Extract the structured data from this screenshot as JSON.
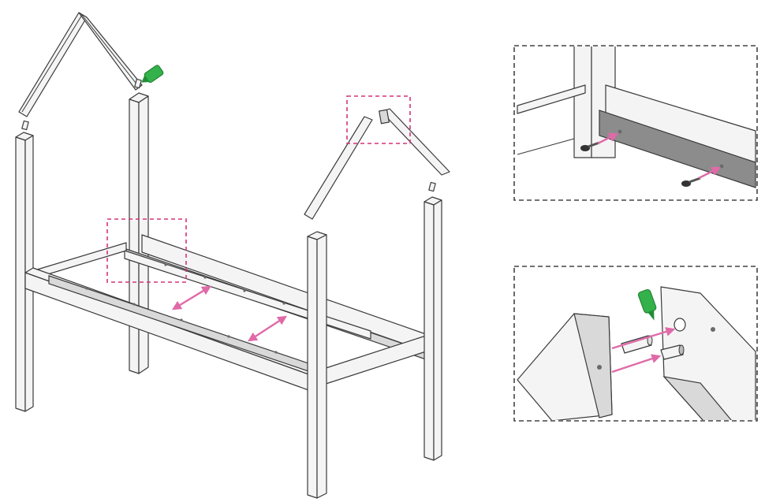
{
  "diagram": {
    "title": "",
    "main_view": "bed-frame-assembly",
    "details": [
      {
        "id": "detail-bolt-rail"
      },
      {
        "id": "detail-dowel-glue"
      }
    ],
    "colors": {
      "callout": "#d6337a",
      "arrow": "#e06aa8",
      "glue": "#33b14a",
      "wood": "#f4f4f4",
      "rail-shadow": "#8c8c8c"
    },
    "icons": [
      "glue-bottle-icon",
      "bolt-icon",
      "dowel-icon",
      "double-arrow-icon"
    ]
  }
}
